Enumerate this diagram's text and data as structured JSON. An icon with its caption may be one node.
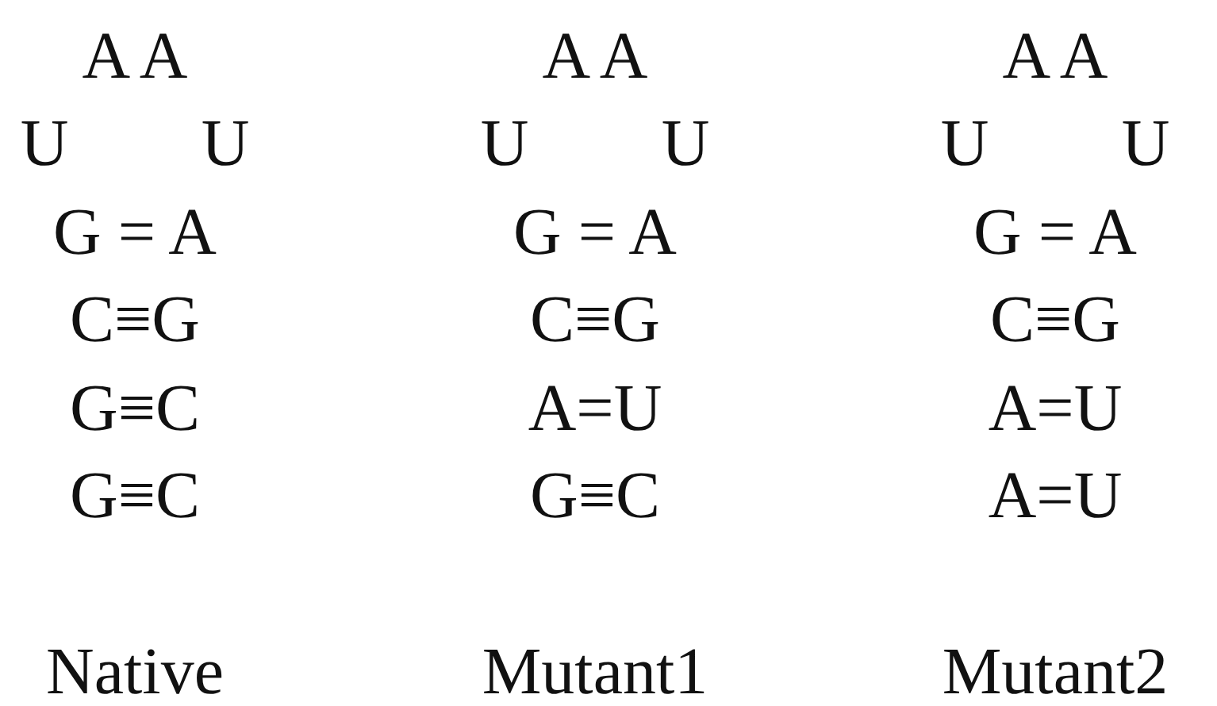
{
  "diagram": {
    "labels": [
      "A A",
      "A A",
      "A A",
      "U",
      "U",
      "U",
      "U",
      "U",
      "U",
      "G = A",
      "G = A",
      "G = A",
      "C≡G",
      "C≡G",
      "C≡G",
      "G≡C",
      "A=U",
      "A=U",
      "G≡C",
      "G≡C",
      "A=U",
      "Native",
      "Mutant1",
      "Mutant2"
    ]
  }
}
